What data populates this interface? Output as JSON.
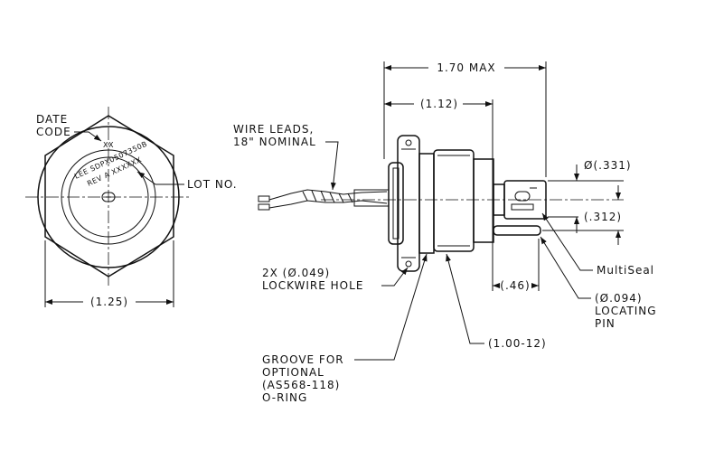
{
  "labels": {
    "date_code": [
      "DATE",
      "CODE"
    ],
    "date_code_marking": "XX",
    "part_marking": [
      "LEE SDPX0507350B",
      "REV A XXXXXX"
    ],
    "lot_no": "LOT NO.",
    "wire_leads": [
      "WIRE LEADS,",
      "18\" NOMINAL"
    ],
    "lockwire": [
      "2X (Ø.049)",
      "LOCKWIRE HOLE"
    ],
    "groove": [
      "GROOVE FOR",
      "OPTIONAL",
      "(AS568-118)",
      "O-RING"
    ],
    "thread": "(1.00-12)",
    "multiseal": "MultiSeal",
    "locating_pin": [
      "(Ø.094)",
      "LOCATING",
      "PIN"
    ]
  },
  "dimensions": {
    "hex_width": "(1.25)",
    "overall_length": "1.70 MAX",
    "body_length": "(1.12)",
    "tip_length": "(.46)",
    "tip_diameter": "Ø(.331)",
    "pin_offset": "(.312)"
  }
}
